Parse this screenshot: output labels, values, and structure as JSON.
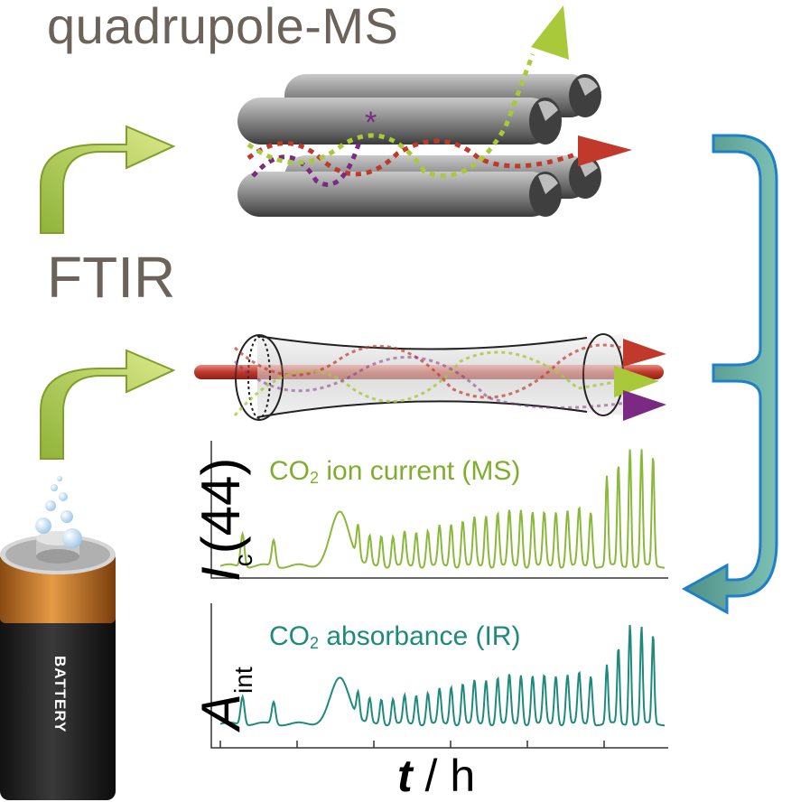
{
  "labels": {
    "ms_title": "quadrupole-MS",
    "ftir_title": "FTIR",
    "ms_trace_pre": "CO",
    "ms_trace_sub": "2",
    "ms_trace_post": " ion current (MS)",
    "ir_trace_pre": "CO",
    "ir_trace_sub": "2",
    "ir_trace_post": " absorbance (IR)",
    "y1_main": "I",
    "y1_sub": "c",
    "y1_rest": "(44)",
    "y2_main": "A",
    "y2_sub": "int",
    "x_var": "t",
    "x_rest": " / h",
    "battery": "BATTERY"
  },
  "colors": {
    "ms_trace": "#8ab83a",
    "ir_trace": "#1e8a7c",
    "arrow_green": "#b5cf3c",
    "arrow_blue": "#1f7fc7",
    "rod": "#8c8c8c",
    "beam_red": "#c0392b",
    "ion_purple": "#7b2a83"
  },
  "traces": {
    "early_peaks": [
      {
        "t": 0.05,
        "h": 0.28
      },
      {
        "t": 0.12,
        "h": 0.22
      },
      {
        "t": 0.27,
        "h": 0.45
      }
    ],
    "regular_peaks_ms": [
      0.28,
      0.24,
      0.26,
      0.25,
      0.28,
      0.29,
      0.3,
      0.33,
      0.36,
      0.38,
      0.4,
      0.43,
      0.45,
      0.46,
      0.48,
      0.46,
      0.44,
      0.46,
      0.47,
      0.48,
      0.46
    ],
    "large_peaks_ms": [
      0.75,
      0.85,
      1.0,
      0.98,
      0.92
    ],
    "regular_peaks_ir": [
      0.25,
      0.24,
      0.25,
      0.25,
      0.27,
      0.29,
      0.31,
      0.34,
      0.37,
      0.4,
      0.42,
      0.44,
      0.46,
      0.48,
      0.49,
      0.48,
      0.47,
      0.48,
      0.49,
      0.5,
      0.48
    ],
    "large_peaks_ir": [
      0.58,
      0.75,
      1.0,
      0.96,
      0.88
    ]
  }
}
